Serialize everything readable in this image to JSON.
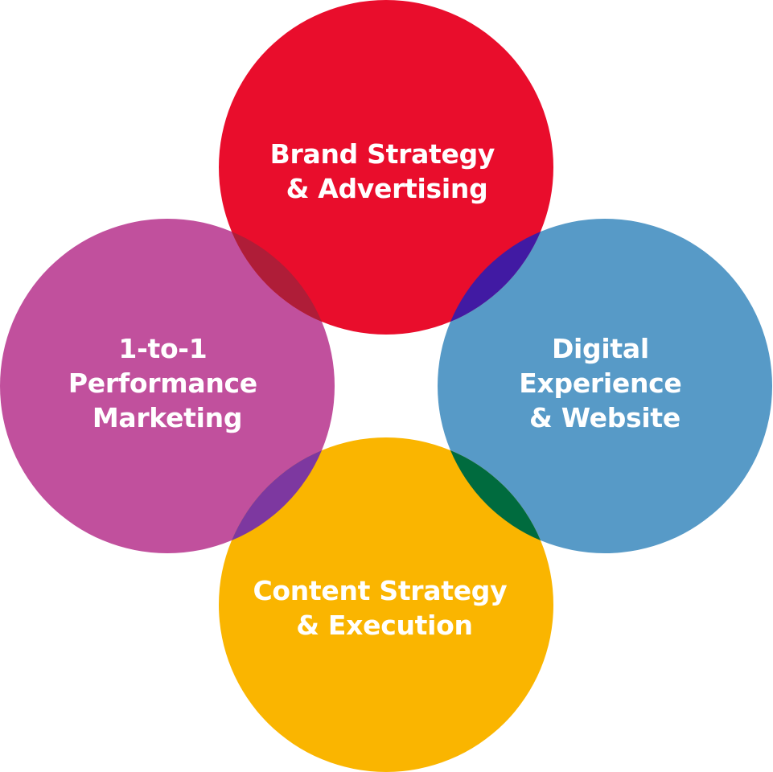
{
  "circles": [
    {
      "id": "brand",
      "color": "#E90D2C",
      "label_lines": [
        "Brand Strategy",
        "& Advertising"
      ]
    },
    {
      "id": "performance",
      "color": "#C1509D",
      "label_lines": [
        "1-to-1",
        "Performance",
        "Marketing"
      ]
    },
    {
      "id": "digital",
      "color": "#579AC7",
      "label_lines": [
        "Digital",
        "Experience",
        "& Website"
      ]
    },
    {
      "id": "content",
      "color": "#FAB500",
      "label_lines": [
        "Content Strategy",
        "& Execution"
      ]
    }
  ],
  "overlaps": {
    "brand_performance": "#AF1D38",
    "brand_digital": "#411AA3",
    "content_performance": "#7D38A0",
    "content_digital": "#006B3E"
  }
}
